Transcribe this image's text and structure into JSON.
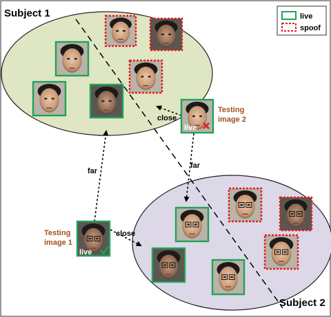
{
  "subjects": [
    {
      "label": "Subject 1",
      "fill": "#dfe6c4"
    },
    {
      "label": "Subject 2",
      "fill": "#dcd8e8"
    }
  ],
  "legend": {
    "items": [
      {
        "label": "live",
        "style": "solid",
        "color": "#1fa35a"
      },
      {
        "label": "spoof",
        "style": "dashed",
        "color": "#e02020"
      }
    ]
  },
  "testing": [
    {
      "line1": "Testing",
      "line2": "image 1",
      "badge": "live",
      "mark": "check",
      "color": "#a0521c"
    },
    {
      "line1": "Testing",
      "line2": "image 2",
      "badge": "live",
      "mark": "cross",
      "color": "#a0521c"
    }
  ],
  "relations": [
    {
      "label": "far",
      "between": "testing image 1 and Subject 1"
    },
    {
      "label": "close",
      "between": "testing image 1 and Subject 2"
    },
    {
      "label": "close",
      "between": "testing image 2 and Subject 1"
    },
    {
      "label": "far",
      "between": "testing image 2 and Subject 2"
    }
  ],
  "colors": {
    "live": "#1fa35a",
    "spoof": "#e02020",
    "testing_text": "#a0521c"
  }
}
